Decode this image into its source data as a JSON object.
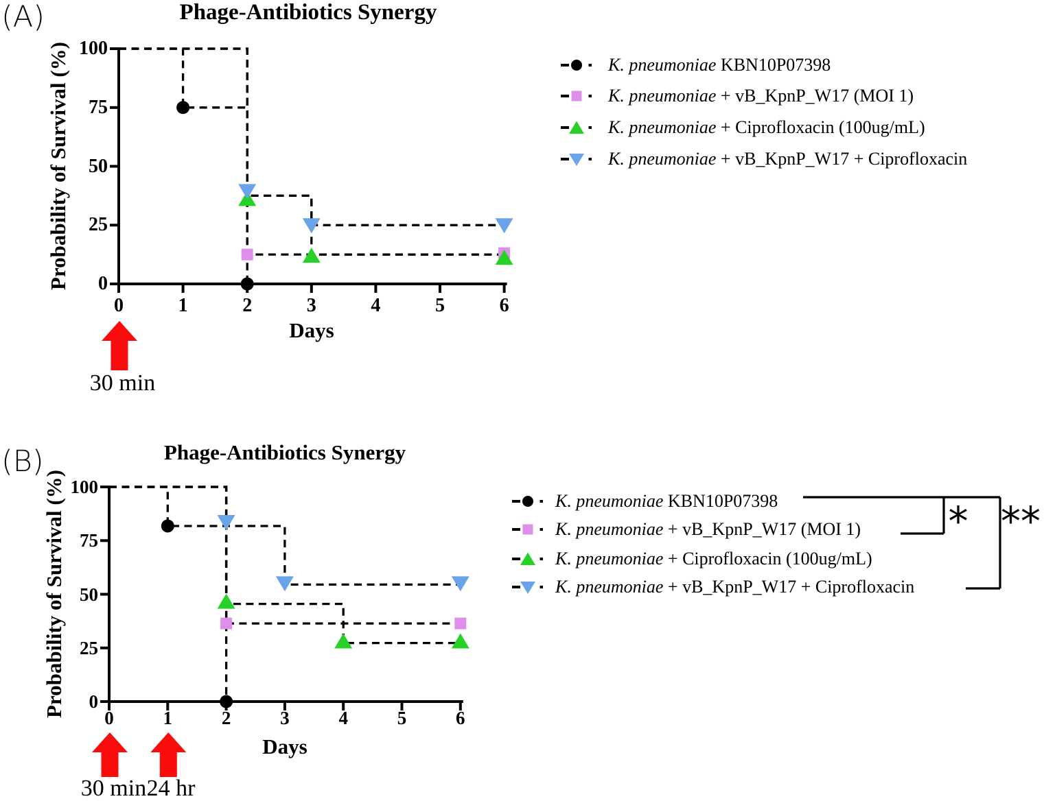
{
  "figure": {
    "background": "#ffffff"
  },
  "colors": {
    "black": "#000000",
    "violet": "#DE8FE9",
    "green": "#27D127",
    "blue": "#69A4E9",
    "red_arrow": "#F90C0C",
    "line": "#000000"
  },
  "panels": [
    {
      "label": "(A)",
      "title": "Phage-Antibiotics Synergy",
      "y_axis_label": "Probability of Survival (%)",
      "x_axis_label": "Days",
      "arrows": [
        {
          "label": "30 min",
          "day": 0
        }
      ],
      "legend": [
        {
          "marker": "circle",
          "color": "#000000",
          "italic": "K. pneumoniae",
          "text": " KBN10P07398"
        },
        {
          "marker": "square",
          "color": "#DE8FE9",
          "italic": "K. pneumoniae",
          "text": " + vB_KpnP_W17 (MOI 1)"
        },
        {
          "marker": "triangle-up",
          "color": "#27D127",
          "italic": "K. pneumoniae",
          "text": " + Ciprofloxacin (100ug/mL)"
        },
        {
          "marker": "triangle-down",
          "color": "#69A4E9",
          "italic": "K. pneumoniae",
          "text": " + vB_KpnP_W17 + Ciprofloxacin"
        }
      ]
    },
    {
      "label": "(B)",
      "title": "Phage-Antibiotics Synergy",
      "y_axis_label": "Probability of Survival (%)",
      "x_axis_label": "Days",
      "arrows": [
        {
          "label": "30 min",
          "day": 0
        },
        {
          "label": "24 hr",
          "day": 1
        }
      ],
      "legend": [
        {
          "marker": "circle",
          "color": "#000000",
          "italic": "K. pneumoniae",
          "text": " KBN10P07398"
        },
        {
          "marker": "square",
          "color": "#DE8FE9",
          "italic": "K. pneumoniae",
          "text": " + vB_KpnP_W17 (MOI 1)"
        },
        {
          "marker": "triangle-up",
          "color": "#27D127",
          "italic": "K. pneumoniae",
          "text": " + Ciprofloxacin (100ug/mL)"
        },
        {
          "marker": "triangle-down",
          "color": "#69A4E9",
          "italic": "K. pneumoniae",
          "text": " + vB_KpnP_W17 + Ciprofloxacin"
        }
      ],
      "significance": [
        {
          "symbol": "*",
          "between": [
            "K. pneumoniae KBN10P07398",
            "K. pneumoniae + vB_KpnP_W17 (MOI 1)"
          ]
        },
        {
          "symbol": "**",
          "between": [
            "K. pneumoniae KBN10P07398",
            "K. pneumoniae + vB_KpnP_W17 + Ciprofloxacin"
          ]
        }
      ]
    }
  ],
  "chart_data": [
    {
      "type": "line",
      "subtype": "kaplan-meier-survival-step",
      "title": "Phage-Antibiotics Synergy",
      "xlabel": "Days",
      "ylabel": "Probability of Survival (%)",
      "xlim": [
        0,
        6
      ],
      "ylim": [
        0,
        100
      ],
      "x_ticks": [
        0,
        1,
        2,
        3,
        4,
        5,
        6
      ],
      "y_ticks": [
        0,
        25,
        50,
        75,
        100
      ],
      "grid": false,
      "line_style": "black-dashed",
      "legend_position": "right-outside",
      "series": [
        {
          "name": "K. pneumoniae KBN10P07398",
          "marker": "circle",
          "color": "#000000",
          "steps": [
            [
              0,
              100
            ],
            [
              1,
              100
            ],
            [
              1,
              75
            ],
            [
              2,
              75
            ],
            [
              2,
              0
            ]
          ],
          "marker_points": [
            [
              1,
              75
            ],
            [
              2,
              0
            ]
          ]
        },
        {
          "name": "K. pneumoniae + vB_KpnP_W17 (MOI 1)",
          "marker": "square",
          "color": "#DE8FE9",
          "steps": [
            [
              0,
              100
            ],
            [
              2,
              100
            ],
            [
              2,
              12.5
            ],
            [
              6,
              12.5
            ]
          ],
          "marker_points": [
            [
              2,
              12.5
            ],
            [
              6,
              12.5
            ]
          ]
        },
        {
          "name": "K. pneumoniae + Ciprofloxacin (100ug/mL)",
          "marker": "triangle-up",
          "color": "#27D127",
          "steps": [
            [
              0,
              100
            ],
            [
              2,
              100
            ],
            [
              2,
              37.5
            ],
            [
              3,
              37.5
            ],
            [
              3,
              12.5
            ],
            [
              6,
              12.5
            ]
          ],
          "marker_points": [
            [
              2,
              37.5
            ],
            [
              3,
              12.5
            ],
            [
              6,
              12.5
            ]
          ]
        },
        {
          "name": "K. pneumoniae + vB_KpnP_W17 + Ciprofloxacin",
          "marker": "triangle-down",
          "color": "#69A4E9",
          "steps": [
            [
              0,
              100
            ],
            [
              2,
              100
            ],
            [
              2,
              37.5
            ],
            [
              3,
              37.5
            ],
            [
              3,
              25
            ],
            [
              6,
              25
            ]
          ],
          "marker_points": [
            [
              2,
              37.5
            ],
            [
              3,
              25
            ],
            [
              6,
              25
            ]
          ]
        }
      ],
      "annotations": {
        "arrows": [
          {
            "day": 0,
            "label": "30 min",
            "color": "#F90C0C"
          }
        ]
      }
    },
    {
      "type": "line",
      "subtype": "kaplan-meier-survival-step",
      "title": "Phage-Antibiotics Synergy",
      "xlabel": "Days",
      "ylabel": "Probability of Survival (%)",
      "xlim": [
        0,
        6
      ],
      "ylim": [
        0,
        100
      ],
      "x_ticks": [
        0,
        1,
        2,
        3,
        4,
        5,
        6
      ],
      "y_ticks": [
        0,
        25,
        50,
        75,
        100
      ],
      "grid": false,
      "line_style": "black-dashed",
      "legend_position": "right-outside",
      "series": [
        {
          "name": "K. pneumoniae KBN10P07398",
          "marker": "circle",
          "color": "#000000",
          "steps": [
            [
              0,
              100
            ],
            [
              1,
              100
            ],
            [
              1,
              81.8
            ],
            [
              2,
              81.8
            ],
            [
              2,
              0
            ]
          ],
          "marker_points": [
            [
              1,
              81.8
            ],
            [
              2,
              0
            ]
          ]
        },
        {
          "name": "K. pneumoniae + vB_KpnP_W17 (MOI 1)",
          "marker": "square",
          "color": "#DE8FE9",
          "steps": [
            [
              0,
              100
            ],
            [
              2,
              100
            ],
            [
              2,
              36.4
            ],
            [
              6,
              36.4
            ]
          ],
          "marker_points": [
            [
              2,
              36.4
            ],
            [
              6,
              36.4
            ]
          ]
        },
        {
          "name": "K. pneumoniae + Ciprofloxacin (100ug/mL)",
          "marker": "triangle-up",
          "color": "#27D127",
          "steps": [
            [
              0,
              100
            ],
            [
              2,
              100
            ],
            [
              2,
              45.5
            ],
            [
              4,
              45.5
            ],
            [
              4,
              27.3
            ],
            [
              6,
              27.3
            ]
          ],
          "marker_points": [
            [
              2,
              45.5
            ],
            [
              4,
              27.3
            ],
            [
              6,
              27.3
            ]
          ]
        },
        {
          "name": "K. pneumoniae + vB_KpnP_W17 + Ciprofloxacin",
          "marker": "triangle-down",
          "color": "#69A4E9",
          "steps": [
            [
              0,
              100
            ],
            [
              2,
              100
            ],
            [
              2,
              81.8
            ],
            [
              3,
              81.8
            ],
            [
              3,
              54.5
            ],
            [
              6,
              54.5
            ]
          ],
          "marker_points": [
            [
              2,
              81.8
            ],
            [
              3,
              54.5
            ],
            [
              6,
              54.5
            ]
          ]
        }
      ],
      "annotations": {
        "arrows": [
          {
            "day": 0,
            "label": "30 min",
            "color": "#F90C0C"
          },
          {
            "day": 1,
            "label": "24 hr",
            "color": "#F90C0C"
          }
        ],
        "significance": [
          "*",
          "**"
        ]
      }
    }
  ]
}
